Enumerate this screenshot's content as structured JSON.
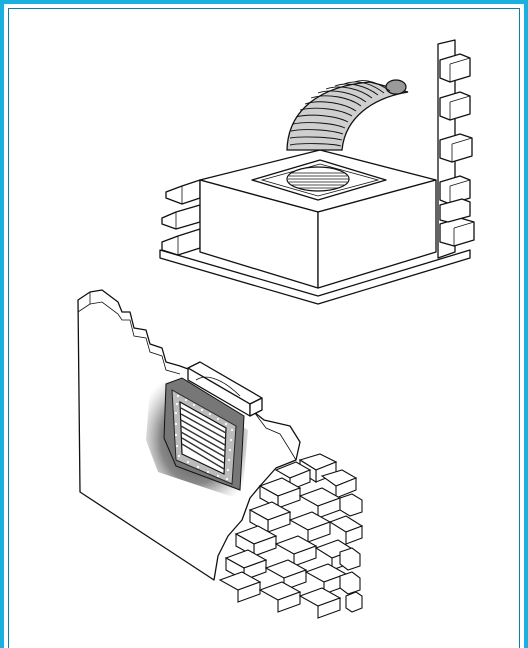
{
  "colors": {
    "frame": "#1ab0e0",
    "frame_inner": "#0d7fa8",
    "line": "#111111",
    "background": "#ffffff"
  },
  "illustrations": [
    {
      "id": "ceiling-unit",
      "parts": [
        "brick-wall-right",
        "ceiling-slab",
        "housing-box",
        "flexible-duct",
        "round-diffuser"
      ]
    },
    {
      "id": "wall-unit",
      "parts": [
        "broken-plaster-wall",
        "exposed-bricks",
        "louvered-wall-grille",
        "mounting-bar"
      ]
    }
  ]
}
